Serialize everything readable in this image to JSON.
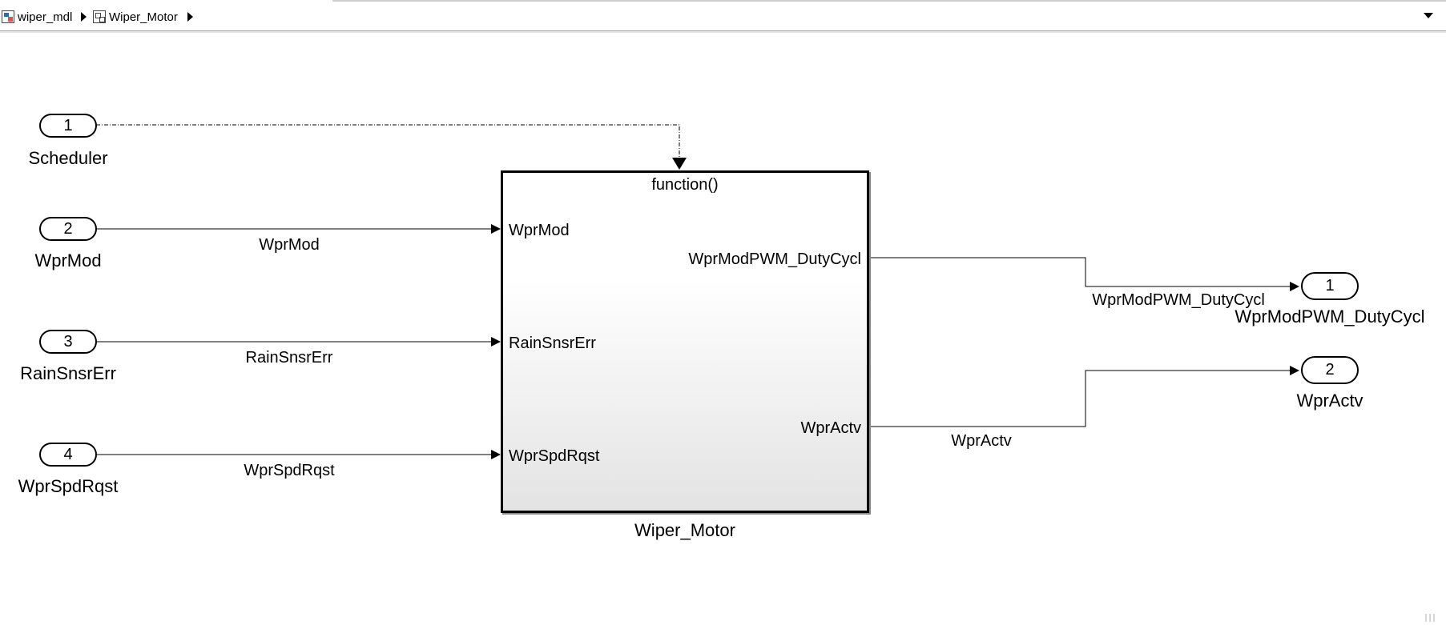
{
  "breadcrumb": {
    "items": [
      {
        "label": "wiper_mdl",
        "icon": "model-icon"
      },
      {
        "label": "Wiper_Motor",
        "icon": "subsystem-icon"
      }
    ]
  },
  "diagram": {
    "inports": [
      {
        "number": "1",
        "name": "Scheduler"
      },
      {
        "number": "2",
        "name": "WprMod"
      },
      {
        "number": "3",
        "name": "RainSnsrErr"
      },
      {
        "number": "4",
        "name": "WprSpdRqst"
      }
    ],
    "outports": [
      {
        "number": "1",
        "name": "WprModPWM_DutyCycl"
      },
      {
        "number": "2",
        "name": "WprActv"
      }
    ],
    "signals": {
      "wprmod": "WprMod",
      "rainsnsrerr": "RainSnsrErr",
      "wprspdrqst": "WprSpdRqst",
      "dutycycl": "WprModPWM_DutyCycl",
      "wpractv": "WprActv"
    },
    "subsystem": {
      "name": "Wiper_Motor",
      "trigger": "function()",
      "inputs": [
        "WprMod",
        "RainSnsrErr",
        "WprSpdRqst"
      ],
      "outputs": [
        "WprModPWM_DutyCycl",
        "WprActv"
      ]
    }
  }
}
